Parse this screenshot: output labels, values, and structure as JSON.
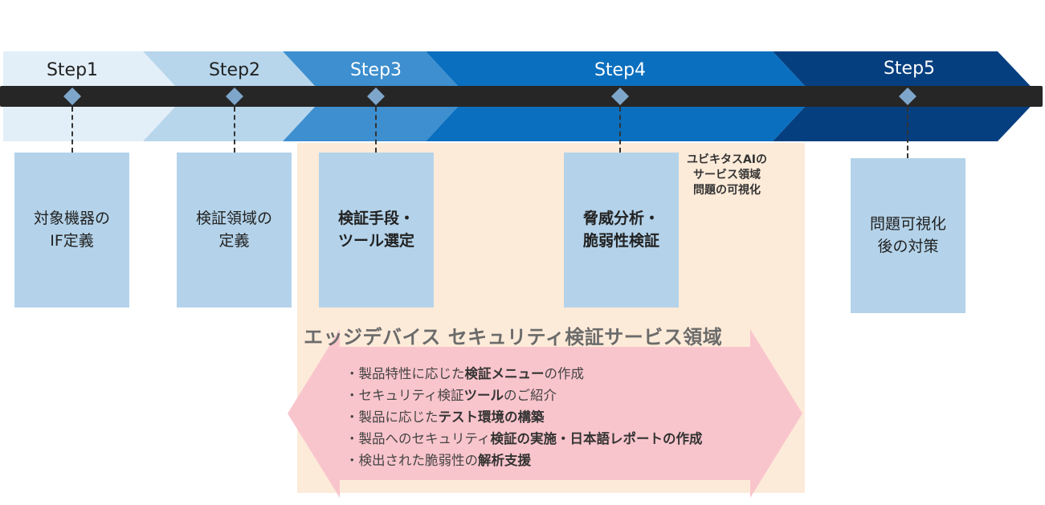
{
  "steps": [
    {
      "label": "Step1",
      "box_lines": "対象機器の\nIF定義",
      "bold": false
    },
    {
      "label": "Step2",
      "box_lines": "検証領域の\n定義",
      "bold": false
    },
    {
      "label": "Step3",
      "box_lines": "検証手段・\nツール選定",
      "bold": true
    },
    {
      "label": "Step4",
      "box_lines": "脅威分析・\n脆弱性検証",
      "bold": true
    },
    {
      "label": "Step5",
      "box_lines": "問題可視化\n後の対策",
      "bold": false
    }
  ],
  "ai_note": "ユビキタスAIの\nサービス領域\n問題の可視化",
  "region_title": "エッジデバイス セキュリティ検証サービス領域",
  "services": [
    {
      "parts": [
        {
          "t": "・製品特性に応じた",
          "b": false
        },
        {
          "t": "検証メニュー",
          "b": true
        },
        {
          "t": "の作成",
          "b": false
        }
      ]
    },
    {
      "parts": [
        {
          "t": "・セキュリティ検証",
          "b": false
        },
        {
          "t": "ツール",
          "b": true
        },
        {
          "t": "のご紹介",
          "b": false
        }
      ]
    },
    {
      "parts": [
        {
          "t": "・製品に応じた",
          "b": false
        },
        {
          "t": "テスト環境の構築",
          "b": true
        }
      ]
    },
    {
      "parts": [
        {
          "t": "・製品へのセキュリティ",
          "b": false
        },
        {
          "t": "検証の実施・日本語レポートの作成",
          "b": true
        }
      ]
    },
    {
      "parts": [
        {
          "t": "・検出された脆弱性の",
          "b": false
        },
        {
          "t": "解析支援",
          "b": true
        }
      ]
    }
  ],
  "colors": {
    "step1": "#e3eff8",
    "step2": "#b7d6ec",
    "step3": "#3d8fcf",
    "step4": "#0a6fbf",
    "step5": "#063f80",
    "timeline": "#262626",
    "diamond": "#7ea6cb",
    "box": "#b4d3ea",
    "region_bg": "#fdebd9",
    "arrow": "#f9c5cc"
  }
}
